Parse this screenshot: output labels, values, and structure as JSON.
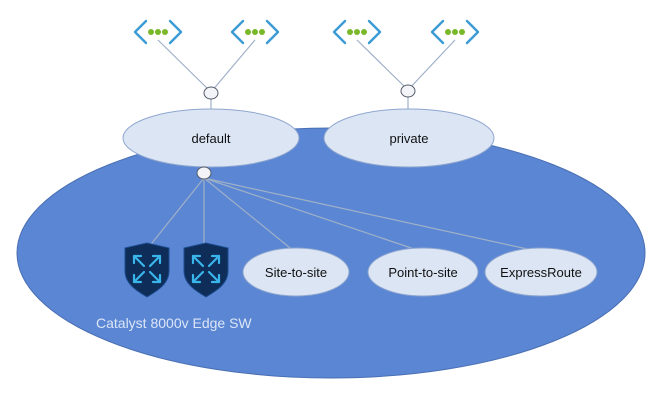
{
  "colors": {
    "hub_fill": "#5b86d3",
    "hub_stroke": "#4a6fb3",
    "node_fill": "#dce5f4",
    "node_stroke": "#8ea6cf",
    "line": "#9fb0c8",
    "vnet_bracket": "#3a9bd5",
    "vnet_dots": "#7ab829",
    "shield_fill": "#0e2d59",
    "shield_arrows": "#39b5ea",
    "caption": "#dbe6f7"
  },
  "icons": {
    "vnet": "virtual-network-icon",
    "nva": "network-virtual-appliance-shield-icon"
  },
  "nodes": {
    "default": "default",
    "private": "private",
    "site_to_site": "Site-to-site",
    "point_to_site": "Point-to-site",
    "expressroute": "ExpressRoute"
  },
  "caption": "Catalyst 8000v Edge SW"
}
